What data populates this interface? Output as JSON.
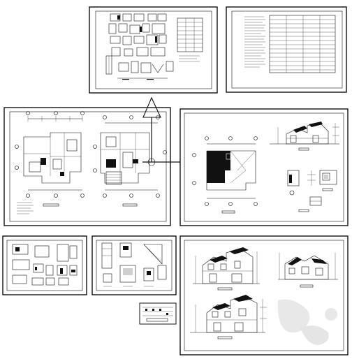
{
  "drawing_set": {
    "sheets": [
      {
        "id": "details-sheet",
        "kind": "details"
      },
      {
        "id": "notes-sheet",
        "kind": "notes-table"
      },
      {
        "id": "floor-plans-sheet",
        "kind": "floor-plans"
      },
      {
        "id": "roof-plan-sheet",
        "kind": "roof-plan"
      },
      {
        "id": "small-details-a",
        "kind": "details"
      },
      {
        "id": "small-details-b",
        "kind": "details"
      },
      {
        "id": "elevations-sheet",
        "kind": "elevations"
      },
      {
        "id": "legend-strip",
        "kind": "legend"
      }
    ]
  },
  "colors": {
    "ink": "#111111",
    "paper": "#ffffff",
    "shade": "#cfcfcf",
    "watermark": "#dddddd"
  }
}
